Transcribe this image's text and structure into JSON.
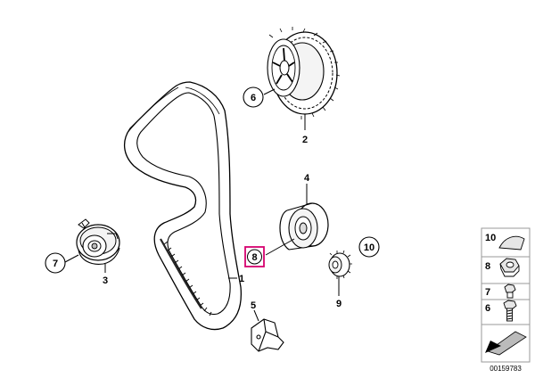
{
  "callouts": {
    "c6": "6",
    "c2": "2",
    "c4": "4",
    "c7": "7",
    "c3": "3",
    "c8": "8",
    "c1": "1",
    "c10": "10",
    "c9": "9",
    "c5": "5"
  },
  "side_panel": {
    "r10": "10",
    "r8": "8",
    "r7": "7",
    "r6": "6"
  },
  "diagram_number": "00159783",
  "colors": {
    "highlight": "#d6006f",
    "line": "#000000",
    "fill_light": "#f4f4f4",
    "panel_border": "#999999"
  }
}
